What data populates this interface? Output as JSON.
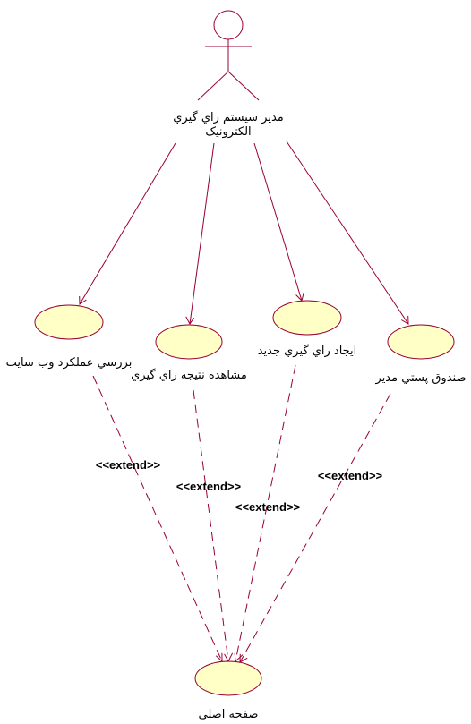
{
  "colors": {
    "line": "#990033",
    "use_case_fill": "#ffffc6",
    "text": "#000000",
    "background": "#ffffff"
  },
  "actor": {
    "label_line1": "مدیر سیستم راي گیري",
    "label_line2": "الکترونیک"
  },
  "use_cases": {
    "website": "بررسي عملکرد وب سایت",
    "results": "مشاهده نتیجه راي گیري",
    "new_vote": "ایجاد راي گیري جدید",
    "mailbox": "صندوق پستي مدیر",
    "home": "صفحه اصلي"
  },
  "extend": {
    "website": "<<extend>>",
    "results": "<<extend>>",
    "new_vote": "<<extend>>",
    "mailbox": "<<extend>>"
  }
}
